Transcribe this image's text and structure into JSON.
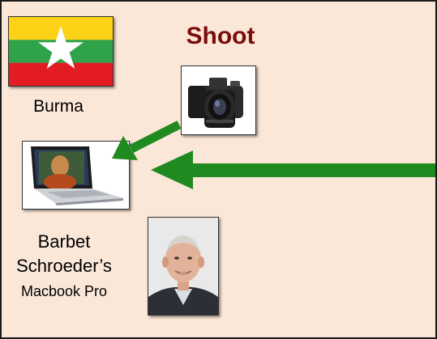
{
  "title": "Shoot",
  "flag": {
    "label": "Burma",
    "colors": {
      "top": "#fdd116",
      "middle": "#2ea34a",
      "bottom": "#e31c24",
      "star": "#ffffff"
    }
  },
  "caption": {
    "line1": "Barbet",
    "line2": "Schroeder’s",
    "line3": "Macbook Pro"
  },
  "colors": {
    "background": "#fbe7d8",
    "title": "#7b0c0c",
    "arrow": "#1f8a1f"
  }
}
